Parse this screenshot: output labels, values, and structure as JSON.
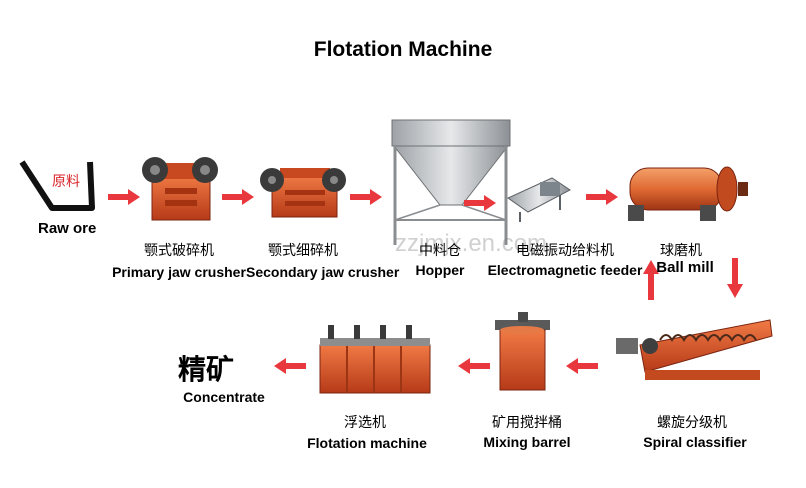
{
  "title": "Flotation Machine",
  "watermark": "zzjmjx.en.com",
  "raw_ore": {
    "cn": "原料",
    "en": "Raw ore"
  },
  "primary_jaw_crusher": {
    "cn": "颚式破碎机",
    "en": "Primary jaw crusher"
  },
  "secondary_jaw_crusher": {
    "cn": "颚式细碎机",
    "en": "Secondary jaw crusher"
  },
  "hopper": {
    "cn": "中料仓",
    "en": "Hopper"
  },
  "feeder": {
    "cn": "电磁振动给料机",
    "en": "Electromagnetic feeder"
  },
  "ball_mill": {
    "cn": "球磨机",
    "en": "Ball mill"
  },
  "spiral_classifier": {
    "cn": "螺旋分级机",
    "en": "Spiral classifier"
  },
  "mixing_barrel": {
    "cn": "矿用搅拌桶",
    "en": "Mixing barrel"
  },
  "flotation_machine": {
    "cn": "浮选机",
    "en": "Flotation machine"
  },
  "concentrate": {
    "cn": "精矿",
    "en": "Concentrate"
  },
  "colors": {
    "arrow": "#e8383d",
    "machine": "#d4532b",
    "hopper_steel": "#c9cbcd",
    "feeder_steel": "#9aa3ab"
  }
}
